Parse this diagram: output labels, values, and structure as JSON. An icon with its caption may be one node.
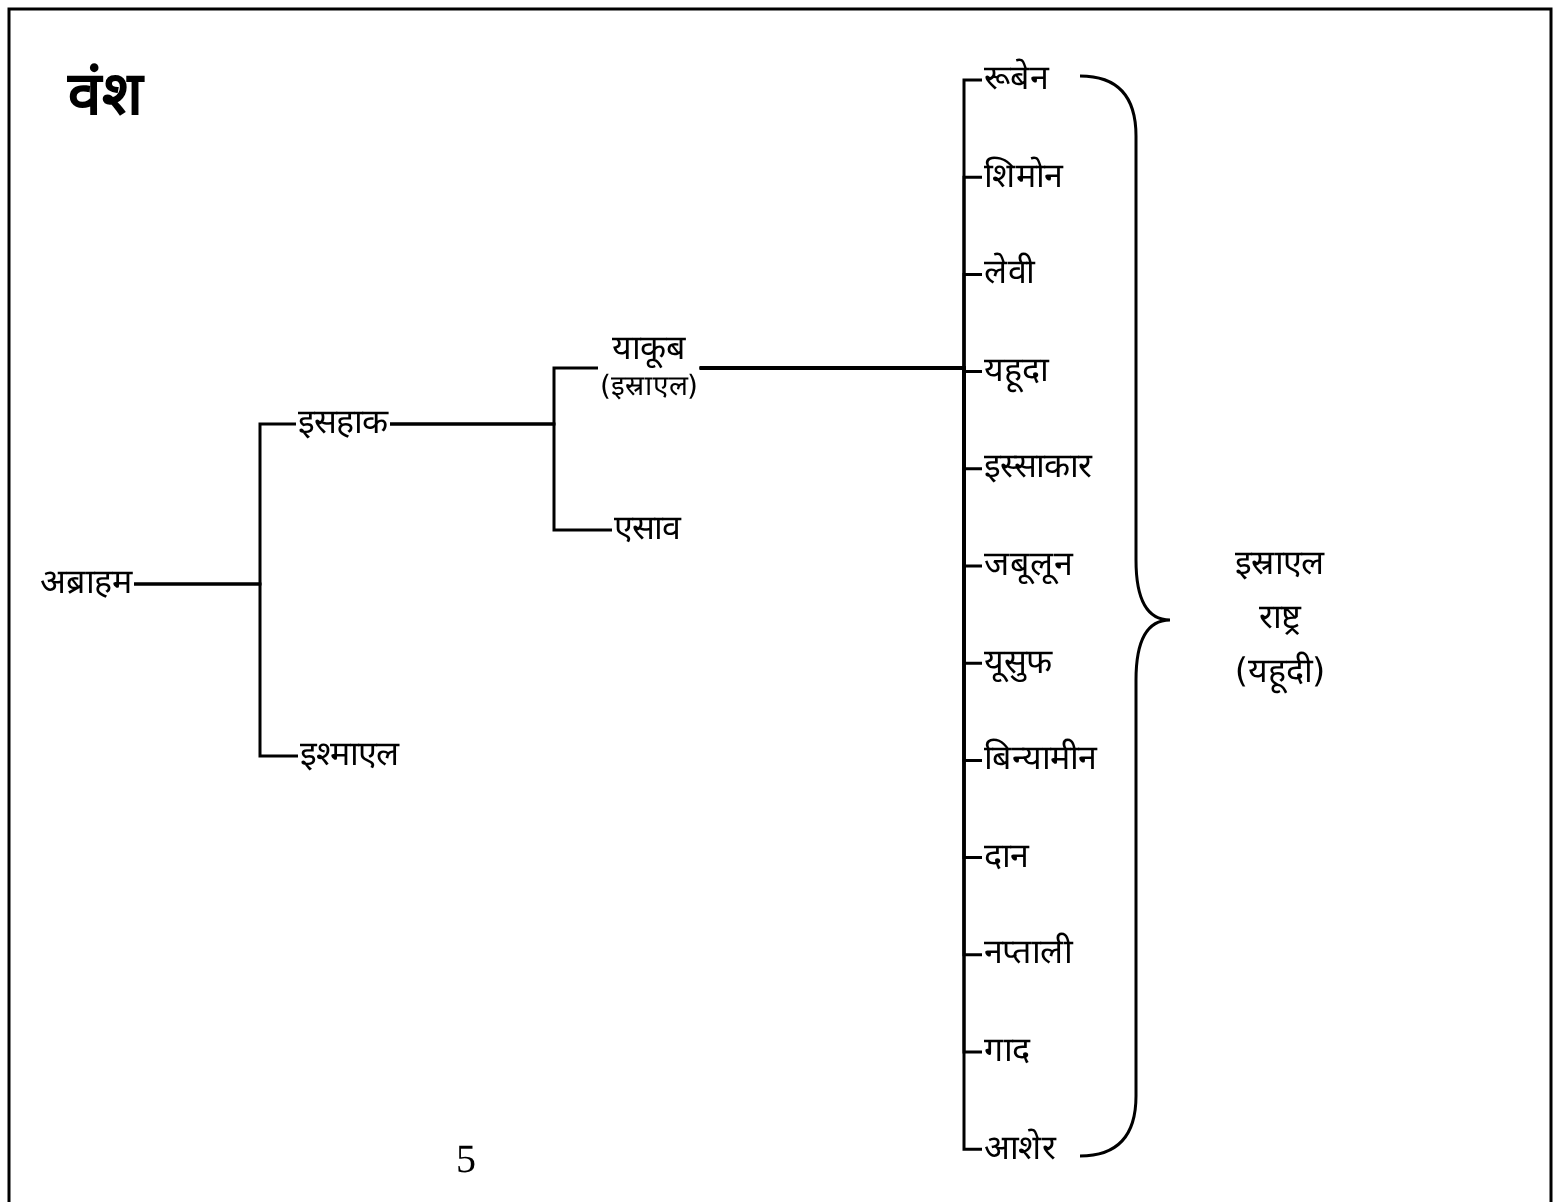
{
  "diagram": {
    "title": "वंश",
    "nodes": [
      {
        "text": [
          "अब्राहम"
        ]
      },
      {
        "text": [
          "इसहाक"
        ]
      },
      {
        "text": [
          "इश्माएल"
        ]
      },
      {
        "text": [
          "याकूब",
          "(इस्राएल)"
        ]
      },
      {
        "text": [
          "एसाव"
        ]
      },
      {
        "text": [
          "रूबेन"
        ]
      },
      {
        "text": [
          "शिमोन"
        ]
      },
      {
        "text": [
          "लेवी"
        ]
      },
      {
        "text": [
          "यहूदा"
        ]
      },
      {
        "text": [
          "इस्साकार"
        ]
      },
      {
        "text": [
          "जबूलून"
        ]
      },
      {
        "text": [
          "यूसुफ"
        ]
      },
      {
        "text": [
          "बिन्यामीन"
        ]
      },
      {
        "text": [
          "दान"
        ]
      },
      {
        "text": [
          "नप्ताली"
        ]
      },
      {
        "text": [
          "गाद"
        ]
      },
      {
        "text": [
          "आशेर"
        ]
      }
    ],
    "edges": [
      {
        "from": 0,
        "to": 1,
        "arrow": "none"
      },
      {
        "from": 0,
        "to": 2,
        "arrow": "none"
      },
      {
        "from": 1,
        "to": 3,
        "arrow": "none"
      },
      {
        "from": 1,
        "to": 4,
        "arrow": "none"
      },
      {
        "from": 3,
        "to": 5,
        "arrow": "none"
      },
      {
        "from": 3,
        "to": 6,
        "arrow": "none"
      },
      {
        "from": 3,
        "to": 7,
        "arrow": "none"
      },
      {
        "from": 3,
        "to": 8,
        "arrow": "none"
      },
      {
        "from": 3,
        "to": 9,
        "arrow": "none"
      },
      {
        "from": 3,
        "to": 10,
        "arrow": "none"
      },
      {
        "from": 3,
        "to": 11,
        "arrow": "none"
      },
      {
        "from": 3,
        "to": 12,
        "arrow": "none"
      },
      {
        "from": 3,
        "to": 13,
        "arrow": "none"
      },
      {
        "from": 3,
        "to": 14,
        "arrow": "none"
      },
      {
        "from": 3,
        "to": 15,
        "arrow": "none"
      },
      {
        "from": 3,
        "to": 16,
        "arrow": "none"
      }
    ],
    "labels": [
      "इस्राएल राष्ट्र (यहूदी)",
      "5"
    ]
  }
}
